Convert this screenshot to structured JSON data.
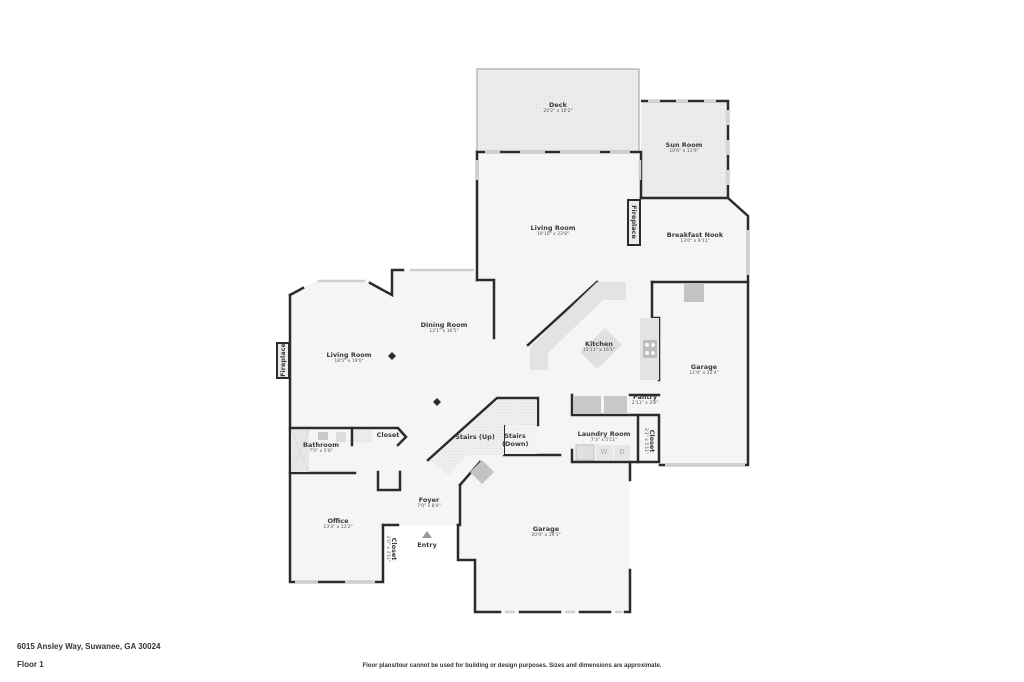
{
  "property": {
    "address": "6015 Ansley Way, Suwanee, GA 30024",
    "floor": "Floor 1"
  },
  "disclaimer": "Floor plans/tour cannot be used for building or design purposes. Sizes and dimensions are approximate.",
  "colors": {
    "wall": "#2b2b2b",
    "floor": "#f5f5f5",
    "outdoor": "#ececec",
    "fixture": "#bdbdbd",
    "window": "#d6d6d6"
  },
  "rooms": [
    {
      "id": "deck",
      "name": "Deck",
      "dims": "20'2\" x 10'2\""
    },
    {
      "id": "sun-room",
      "name": "Sun Room",
      "dims": "10'6\" x 11'9\""
    },
    {
      "id": "living-room-rear",
      "name": "Living Room",
      "dims": "19'10\" x 23'8\""
    },
    {
      "id": "breakfast-nook",
      "name": "Breakfast Nook",
      "dims": "13'0\" x 9'11\""
    },
    {
      "id": "dining-room",
      "name": "Dining Room",
      "dims": "12'1\" x 16'5\""
    },
    {
      "id": "living-room-front",
      "name": "Living Room",
      "dims": "18'5\" x 19'0\""
    },
    {
      "id": "kitchen",
      "name": "Kitchen",
      "dims": "15'11\" x 16'1\""
    },
    {
      "id": "garage-side",
      "name": "Garage",
      "dims": "11'9\" x 22'4\""
    },
    {
      "id": "pantry",
      "name": "Pantry",
      "dims": "2'11\" x 3'8\""
    },
    {
      "id": "laundry-room",
      "name": "Laundry Room",
      "dims": "7'3\" x 5'11\""
    },
    {
      "id": "closet-laundry",
      "name": "Closet",
      "dims": "3'1\" x 5'11\""
    },
    {
      "id": "bathroom",
      "name": "Bathroom",
      "dims": "7'5\" x 5'6\""
    },
    {
      "id": "closet-hall",
      "name": "Closet",
      "dims": ""
    },
    {
      "id": "stairs-up",
      "name": "Stairs (Up)",
      "dims": ""
    },
    {
      "id": "stairs-down",
      "name": "Stairs (Down)",
      "dims": ""
    },
    {
      "id": "foyer",
      "name": "Foyer",
      "dims": "7'0\" x 8'4\""
    },
    {
      "id": "office",
      "name": "Office",
      "dims": "13'4\" x 13'2\""
    },
    {
      "id": "closet-office",
      "name": "Closet",
      "dims": "2'0\" x 3'11\""
    },
    {
      "id": "garage-main",
      "name": "Garage",
      "dims": "20'9\" x 19'1\""
    }
  ],
  "fireplaces": [
    {
      "id": "fireplace-rear",
      "label": "Fireplace"
    },
    {
      "id": "fireplace-front",
      "label": "Fireplace"
    }
  ],
  "appliances": {
    "washer": "W",
    "dryer": "D"
  },
  "entry_label": "Entry"
}
